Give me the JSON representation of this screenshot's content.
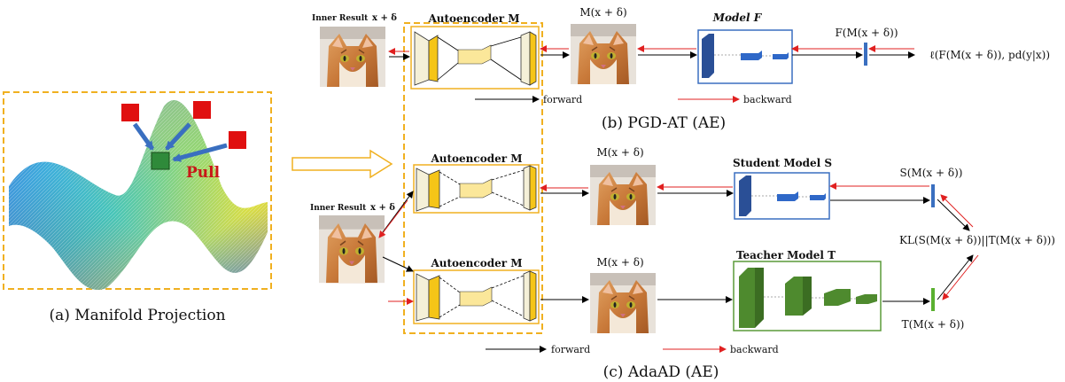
{
  "manifold": {
    "pull_label": "Pull",
    "caption": "(a) Manifold Projection"
  },
  "pgd": {
    "inner_result_label": "Inner Result",
    "inner_result_var": "x + δ",
    "ae_title": "Autoencoder M",
    "ae_output": "M(x + δ)",
    "model_title": "Model F",
    "model_output": "F(M(x + δ))",
    "loss": "ℓ(F(M(x + δ)), pd(y|x))",
    "legend_forward": "forward",
    "legend_backward": "backward",
    "caption": "(b) PGD-AT (AE)"
  },
  "adaad": {
    "inner_result_label": "Inner Result",
    "inner_result_var": "x + δ",
    "ae_title_top": "Autoencoder M",
    "ae_title_bottom": "Autoencoder M",
    "ae_output_top": "M(x + δ)",
    "ae_output_bottom": "M(x + δ)",
    "student_title": "Student Model S",
    "student_output": "S(M(x + δ))",
    "teacher_title": "Teacher Model T",
    "teacher_output": "T(M(x + δ))",
    "kl": "KL(S(M(x + δ))||T(M(x + δ)))",
    "legend_forward": "forward",
    "legend_backward": "backward",
    "caption": "(c) AdaAD (AE)"
  },
  "colors": {
    "dashed_border": "#f0b020",
    "forward_arrow": "#000000",
    "backward_arrow": "#e02020",
    "student_blue": "#2a4f96",
    "teacher_green": "#4e8a2e",
    "ae_yellow": "#f5c518"
  }
}
